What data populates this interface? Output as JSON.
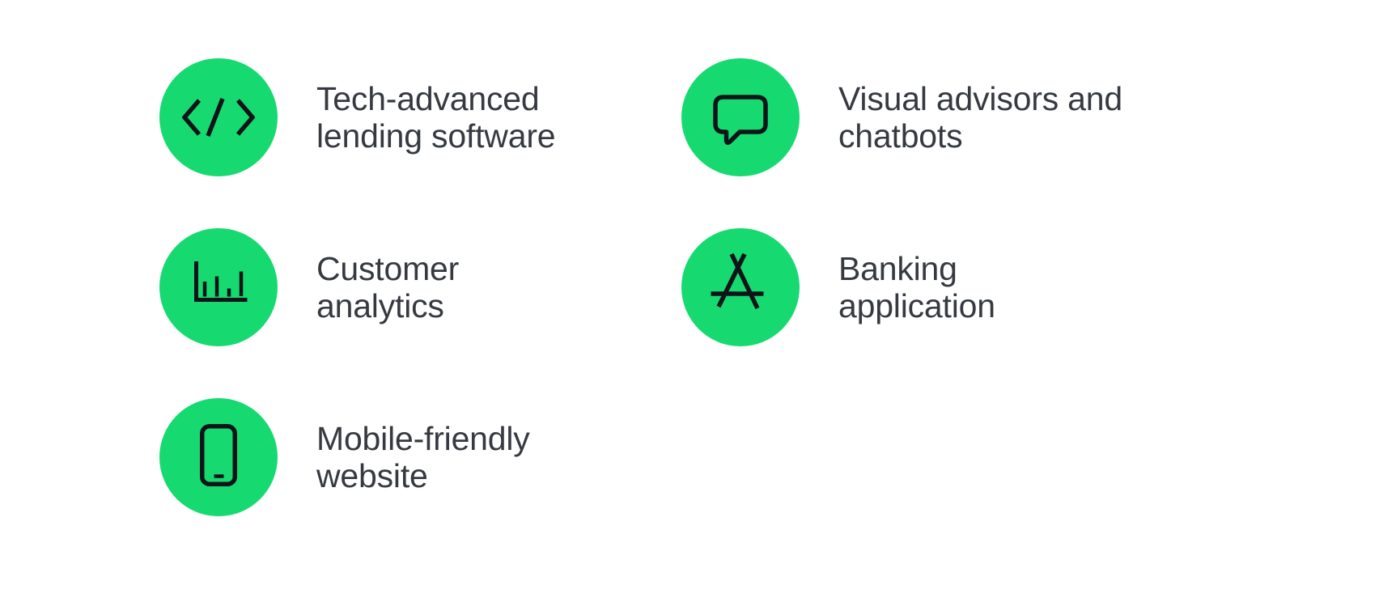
{
  "page": {
    "background_color": "#ffffff"
  },
  "features": {
    "accent_color": "#16DA70",
    "icon_color": "#101419",
    "label_color": "#363A40",
    "items": [
      {
        "icon": "code-icon",
        "label": "Tech-advanced\nlending software"
      },
      {
        "icon": "chat-bubble-icon",
        "label": "Visual advisors and\nchatbots"
      },
      {
        "icon": "bar-chart-icon",
        "label": "Customer\nanalytics"
      },
      {
        "icon": "app-store-icon",
        "label": "Banking\napplication"
      },
      {
        "icon": "smartphone-icon",
        "label": "Mobile-friendly\nwebsite"
      }
    ]
  }
}
